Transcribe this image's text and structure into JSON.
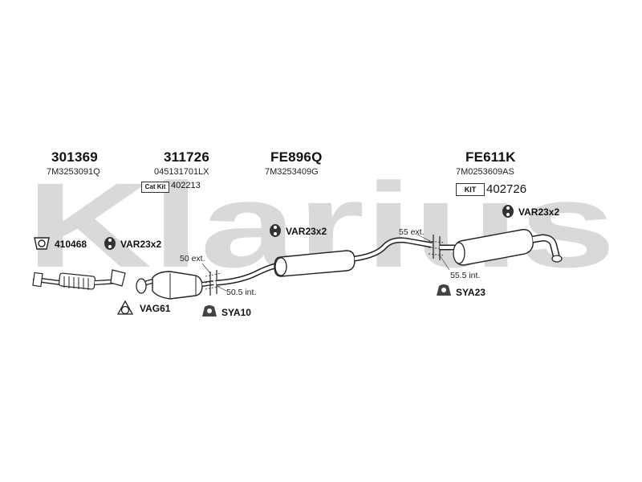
{
  "watermark": {
    "text": "Klarius",
    "color": "#d9d9d9"
  },
  "groups": [
    {
      "part_number": "301369",
      "oe_number": "7M3253091Q"
    },
    {
      "part_number": "311726",
      "oe_number": "045131701LX",
      "badge": "Cat Kit",
      "kit_number": "402213"
    },
    {
      "part_number": "FE896Q",
      "oe_number": "7M3253409G"
    },
    {
      "part_number": "FE611K",
      "oe_number": "7M0253609AS",
      "badge": "KIT",
      "kit_number": "402726"
    }
  ],
  "accessories": [
    {
      "code": "410468",
      "icon": "gasket-icon"
    },
    {
      "code": "VAR23x2",
      "icon": "rubber-mount-icon"
    },
    {
      "code": "VAR23x2",
      "icon": "rubber-mount-icon"
    },
    {
      "code": "VAR23x2",
      "icon": "rubber-mount-icon"
    },
    {
      "code": "VAG61",
      "icon": "flange-ring-icon"
    },
    {
      "code": "SYA10",
      "icon": "hanger-icon"
    },
    {
      "code": "SYA23",
      "icon": "hanger-icon"
    }
  ],
  "dimensions": [
    "50 ext.",
    "50.5 int.",
    "55 ext.",
    "55.5 int."
  ]
}
